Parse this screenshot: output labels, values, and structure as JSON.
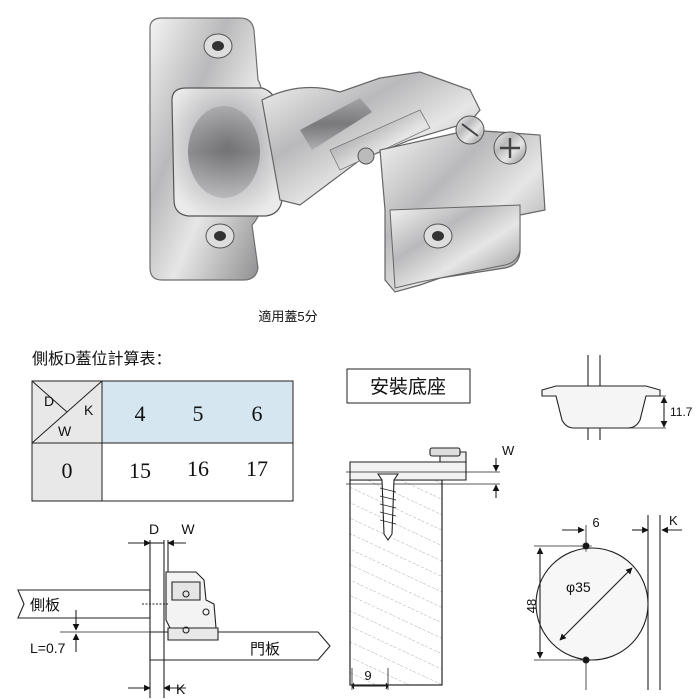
{
  "photo": {
    "caption": "適用蓋5分"
  },
  "table": {
    "title": "側板D蓋位計算表：",
    "corner_labels": {
      "d": "D",
      "k": "K",
      "w": "W"
    },
    "k_values": [
      "4",
      "5",
      "6"
    ],
    "w_value": "0",
    "d_values": [
      "15",
      "16",
      "17"
    ],
    "colors": {
      "header_fill": "#d6e6f0",
      "corner_fill": "#e8e8e8",
      "w_fill": "#e8e8e8"
    }
  },
  "install_diagram": {
    "labels": {
      "d": "D",
      "w": "W",
      "side_panel": "側板",
      "door_panel": "門板",
      "l_value": "L=0.7",
      "k": "K"
    }
  },
  "mounting_base": {
    "title": "安裝底座",
    "dims": {
      "height": "11.7",
      "w": "W",
      "nine": "9",
      "six": "6",
      "k": "K",
      "forty_eight": "48",
      "diameter": "φ35"
    }
  }
}
